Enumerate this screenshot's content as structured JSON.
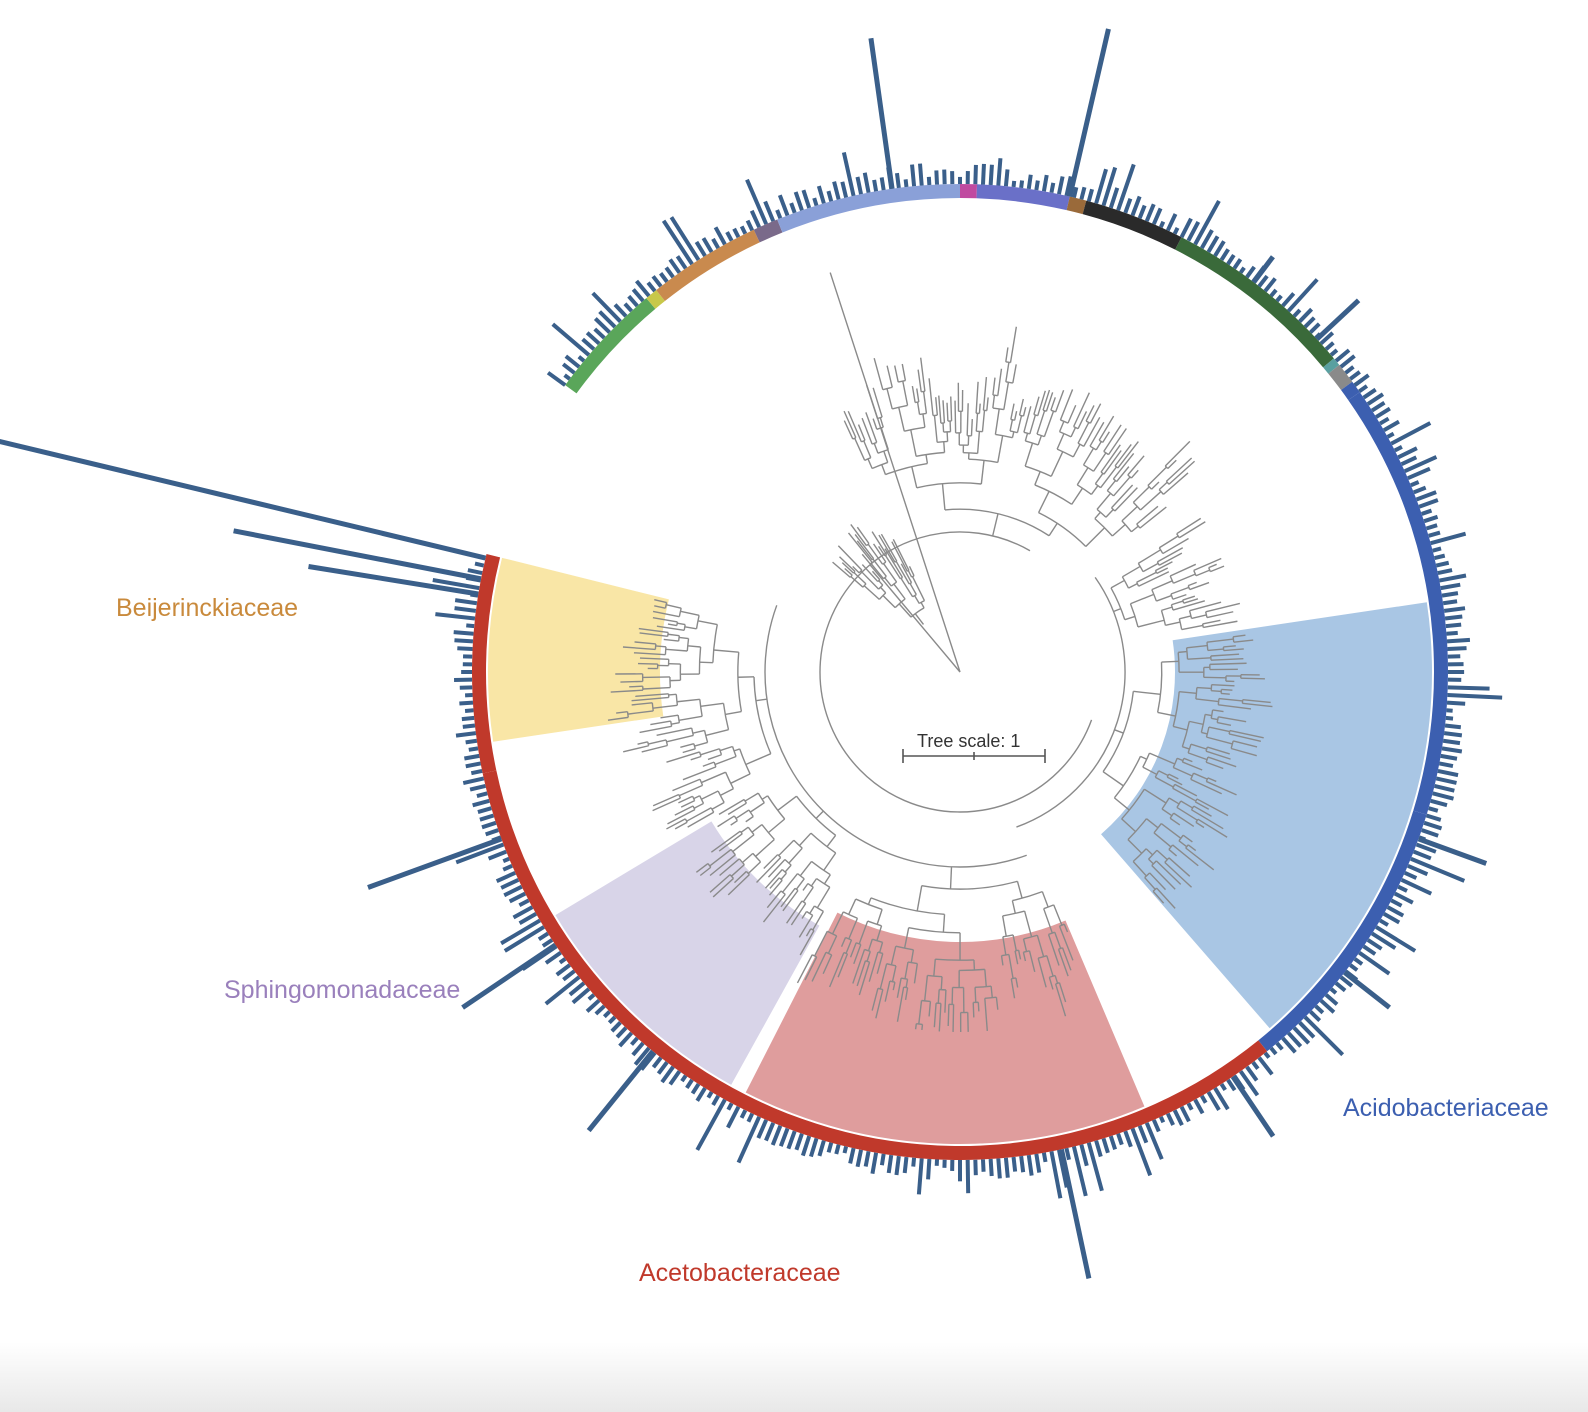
{
  "figure": {
    "type": "circular-phylogenetic-tree",
    "tree_scale_label": "Tree scale: 1",
    "colors": {
      "branch": "#8a8a8a",
      "bars": "#3a5f8a",
      "acetobacteraceae": "#c0392b",
      "acidobacteriaceae": "#3c5fb0",
      "beijerinckiaceae": "#c98a3c",
      "sphingomonadaceae": "#9a80bc"
    },
    "clades": [
      {
        "id": "beijerinckiaceae",
        "label": "Beijerinckiaceae",
        "label_color": "#c98a3c",
        "highlight": "#f9e6a6"
      },
      {
        "id": "sphingomonadaceae",
        "label": "Sphingomonadaceae",
        "label_color": "#9a80bc",
        "highlight": "#d8d4e8"
      },
      {
        "id": "acetobacteraceae",
        "label": "Acetobacteraceae",
        "label_color": "#c0392b",
        "highlight": "#df9d9d"
      },
      {
        "id": "acidobacteriaceae",
        "label": "Acidobacteriaceae",
        "label_color": "#3c5fb0",
        "highlight": "#a9c6e4"
      }
    ],
    "ring_segments": [
      {
        "name": "green",
        "color": "#5aa65a"
      },
      {
        "name": "yellow",
        "color": "#c8c84a"
      },
      {
        "name": "orange",
        "color": "#c98a4e"
      },
      {
        "name": "mauve",
        "color": "#7a6a8a"
      },
      {
        "name": "lightblue",
        "color": "#8aa0d8"
      },
      {
        "name": "magenta",
        "color": "#c04aa0"
      },
      {
        "name": "periwinkle",
        "color": "#6a70c8"
      },
      {
        "name": "brown",
        "color": "#9a6a3a"
      },
      {
        "name": "black",
        "color": "#2a2a2a"
      },
      {
        "name": "darkgreen",
        "color": "#3a6a3a"
      },
      {
        "name": "teal",
        "color": "#5aa0a0"
      },
      {
        "name": "grey",
        "color": "#8a8a8a"
      },
      {
        "name": "blue",
        "color": "#3c5fb0"
      },
      {
        "name": "red",
        "color": "#c0392b"
      }
    ]
  }
}
